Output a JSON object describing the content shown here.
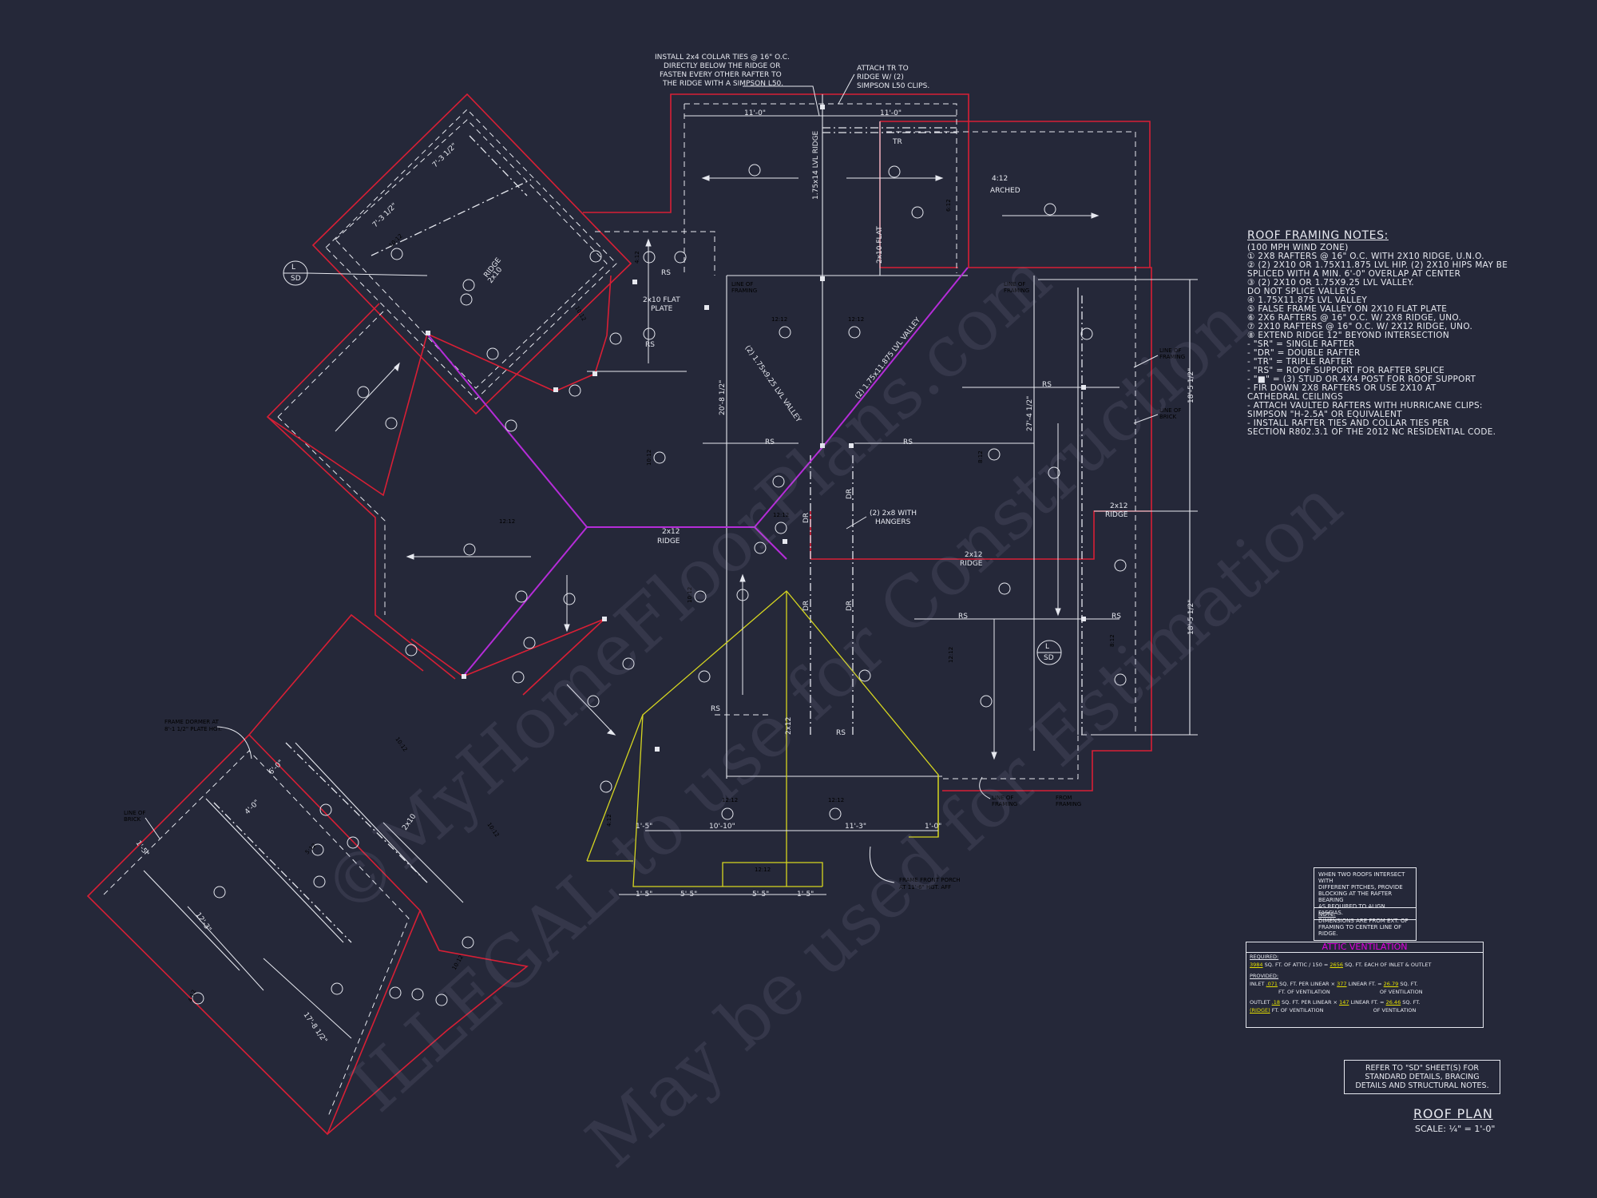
{
  "drawing": {
    "title": "ROOF PLAN",
    "scale": "SCALE: ¼\" = 1'-0\""
  },
  "notes": {
    "heading": "ROOF FRAMING NOTES:",
    "wind": "(100 MPH WIND ZONE)",
    "items": [
      "① 2x8 RAFTERS @ 16\" O.C. WITH 2x10 RIDGE, U.N.O.",
      "② (2) 2x10 OR 1.75x11.875 LVL HIP. (2) 2x10 HIPS MAY BE",
      "   SPLICED WITH A MIN. 6'-0\" OVERLAP AT CENTER",
      "③ (2) 2x10 OR 1.75x9.25 LVL VALLEY.",
      "   DO NOT SPLICE VALLEYS",
      "④ 1.75x11.875 LVL VALLEY",
      "⑤ FALSE FRAME VALLEY ON 2x10 FLAT PLATE",
      "⑥ 2x6 RAFTERS @ 16\" O.C. W/ 2x8 RIDGE, UNO.",
      "⑦ 2x10 RAFTERS @ 16\" O.C. W/ 2x12 RIDGE, UNO.",
      "⑧ EXTEND RIDGE 12\" BEYOND INTERSECTION",
      "- \"SR\" = SINGLE RAFTER",
      "- \"DR\" = DOUBLE RAFTER",
      "- \"TR\" = TRIPLE RAFTER",
      "- \"RS\" = ROOF SUPPORT FOR RAFTER SPLICE",
      "- \"■\" = (3) STUD OR 4x4 POST FOR ROOF SUPPORT",
      "- FIR DOWN 2x8 RAFTERS OR USE 2x10 AT",
      "   CATHEDRAL CEILINGS",
      "- ATTACH VAULTED RAFTERS WITH HURRICANE CLIPS:",
      "   SIMPSON \"H-2.5A\" OR EQUIVALENT",
      "- INSTALL RAFTER TIES AND COLLAR TIES PER",
      "   SECTION R802.3.1 OF THE 2012 NC RESIDENTIAL CODE."
    ]
  },
  "callouts": {
    "collar": [
      "INSTALL 2x4 COLLAR TIES @ 16\" O.C.",
      "DIRECTLY BELOW THE RIDGE OR",
      "FASTEN EVERY OTHER RAFTER TO",
      "THE RIDGE WITH A SIMPSON L50."
    ],
    "attach": [
      "ATTACH TR TO",
      "RIDGE W/ (2)",
      "SIMPSON L50 CLIPS."
    ],
    "dormer": [
      "FRAME DORMER AT",
      "8'-1 1/2\" PLATE HGT."
    ],
    "porch": [
      "FRAME FRONT PORCH",
      "AT 11'-6\" HGT. AFF"
    ],
    "hangers": [
      "(2) 2x8 WITH",
      "HANGERS"
    ],
    "line_framing": [
      "LINE OF",
      "FRAMING"
    ],
    "line_brick": [
      "LINE OF",
      "BRICK"
    ],
    "from_framing": [
      "FROM",
      "FRAMING"
    ]
  },
  "labels": {
    "ridge_2x12": [
      "2x12",
      "RIDGE"
    ],
    "ridge_2x10": [
      "2x10",
      "RIDGE"
    ],
    "flat_plate": [
      "2x10 FLAT",
      "PLATE"
    ],
    "lvl_ridge": "1.75x14 LVL RIDGE",
    "valley_925": "(2) 1.75x9.25 LVL VALLEY",
    "valley_11875": "(2) 1.75x11.875 LVL VALLEY",
    "arched": [
      "4:12",
      "ARCHED"
    ],
    "rs": "RS",
    "dr": "DR",
    "tr": "TR",
    "sd": [
      "L",
      "SD"
    ],
    "dims": {
      "d1": "11'-0\"",
      "d2": "11'-0\"",
      "d3": "20'-8 1/2\"",
      "d4": "27'-4 1/2\"",
      "d5": "18'-5 1/2\"",
      "d6": "18'-5 1/2\"",
      "d7": "10'-10\"",
      "d8": "11'-3\"",
      "d9": "1'-5\"",
      "d10": "5'-5\"",
      "d11": "5'-5\"",
      "d12": "1'-5\"",
      "d13": "1'-0\"",
      "d14": "7'-3 1/2\"",
      "d15": "12'-3\"",
      "d16": "6'-0\"",
      "d17": "4'-0\"",
      "d18": "17'-8 1/2\"",
      "d19": "1'-5\""
    },
    "pitches": {
      "p1": "12:12",
      "p2": "10:12",
      "p3": "8:12",
      "p4": "4:12",
      "p5": "6:12",
      "p6": "5:12"
    }
  },
  "boxes": {
    "intersect": [
      "WHEN TWO ROOFS INTERSECT WITH",
      "DIFFERENT PITCHES, PROVIDE",
      "BLOCKING AT THE RAFTER BEARING",
      "AS REQUIRED TO ALIGN FASCIAS."
    ],
    "note_head": "NOTE:",
    "note": [
      "DIMENSIONS ARE FROM EXT. OF",
      "FRAMING TO CENTER LINE OF RIDGE."
    ],
    "refer": [
      "REFER TO \"SD\" SHEET(S) FOR",
      "STANDARD DETAILS, BRACING",
      "DETAILS AND STRUCTURAL NOTES."
    ]
  },
  "ventilation": {
    "title": "ATTIC VENTILATION",
    "required_label": "REQUIRED:",
    "required": {
      "attic_sqft": "3984",
      "req_sqft": "2656",
      "tail": "SQ. FT. OF ATTIC / 150 =",
      "tail2": "SQ. FT. EACH OF INLET & OUTLET"
    },
    "provided_label": "PROVIDED:",
    "inlet": {
      "label": "INLET",
      "per_ft": ".071",
      "lin_ft": "377",
      "total": "26.79",
      "t1": "SQ. FT. PER LINEAR",
      "t2": "FT. OF VENTILATION",
      "t3": "LINEAR FT. =",
      "t4": "SQ. FT.",
      "t5": "OF VENTILATION"
    },
    "outlet": {
      "label": "OUTLET",
      "sub": "(RIDGE)",
      "per_ft": ".18",
      "lin_ft": "147",
      "total": "26.46",
      "t1": "SQ. FT. PER LINEAR",
      "t2": "FT. OF VENTILATION",
      "t3": "LINEAR FT. =",
      "t4": "SQ. FT.",
      "t5": "OF VENTILATION"
    }
  },
  "watermark": {
    "line1": "©MyHomeFloorPlans.com",
    "line2": "ILLEGAL to use for Construction",
    "line3": "May be used for Estimation"
  },
  "colors": {
    "background": "#252839",
    "line": "#e6e8ef",
    "wall": "#d81f35",
    "hip": "#b52cd8",
    "porch": "#d6d620",
    "accent": "#e000e0"
  }
}
